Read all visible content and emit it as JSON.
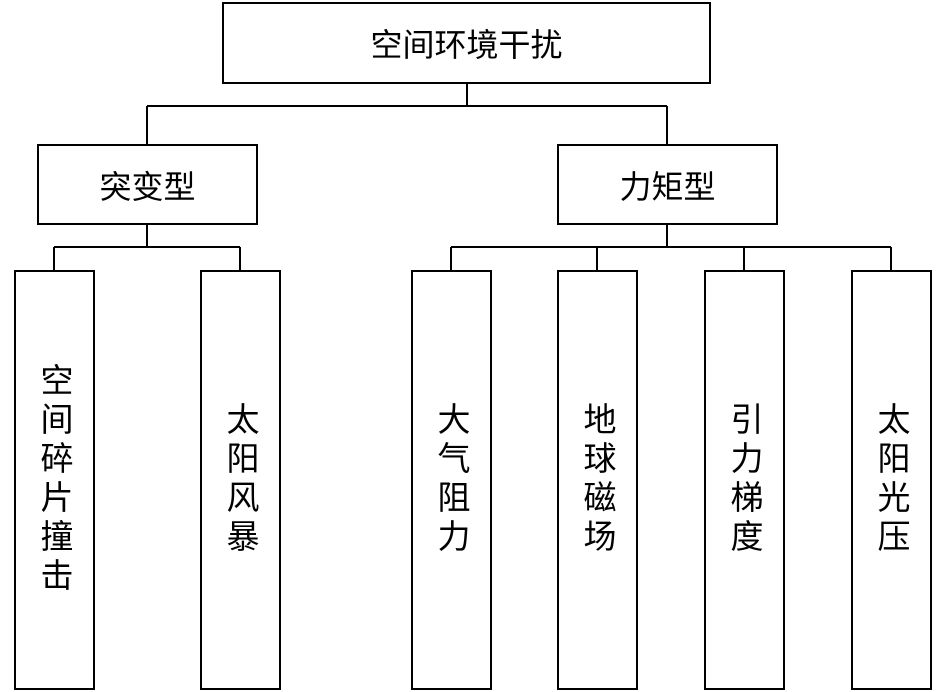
{
  "root": {
    "label": "空间环境干扰"
  },
  "categories": [
    {
      "label": "突变型",
      "children": [
        "空间碎片撞击",
        "太阳风暴"
      ]
    },
    {
      "label": "力矩型",
      "children": [
        "大气阻力",
        "地球磁场",
        "引力梯度",
        "太阳光压"
      ]
    }
  ]
}
